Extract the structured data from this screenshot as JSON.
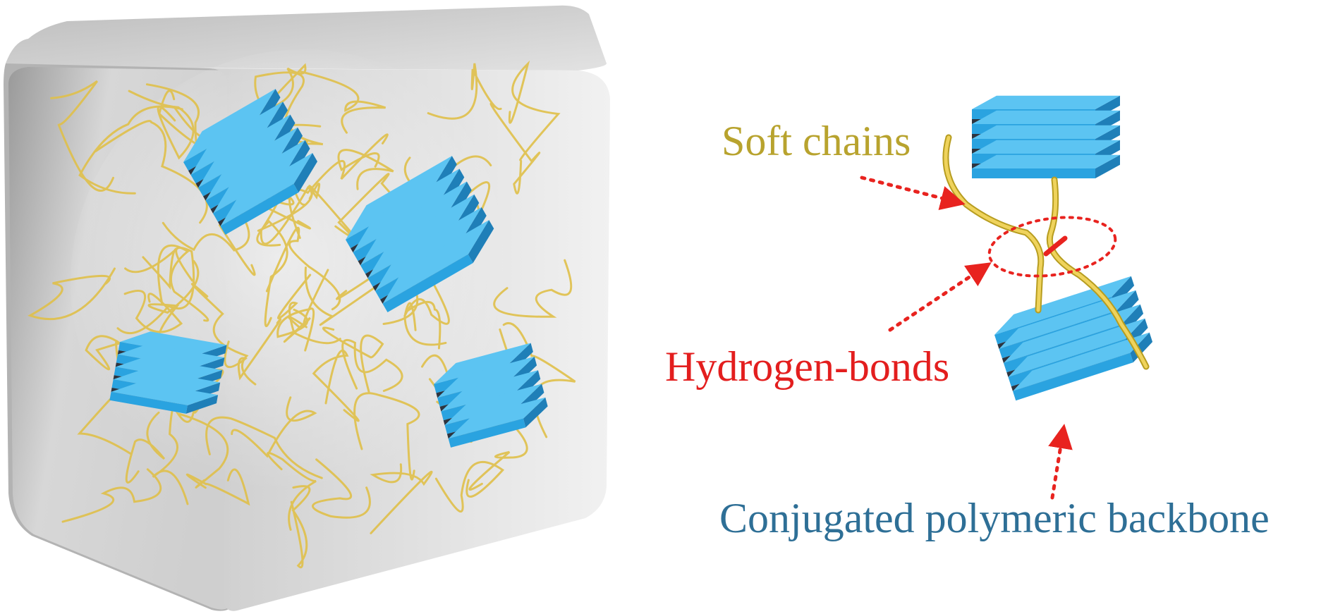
{
  "labels": {
    "soft_chains": "Soft chains",
    "hydrogen_bonds": "Hydrogen-bonds",
    "backbone": "Conjugated polymeric backbone"
  },
  "colors": {
    "soft_chains": "#b8a32e",
    "hydrogen_bonds": "#e31e1e",
    "backbone": "#2e6f96",
    "chain_fill": "#e2c24a",
    "block_blue": "#2aa3e0",
    "block_dark": "#2c3440",
    "cube_gray": "#c9c9c9",
    "arrow_red": "#e8231f"
  }
}
